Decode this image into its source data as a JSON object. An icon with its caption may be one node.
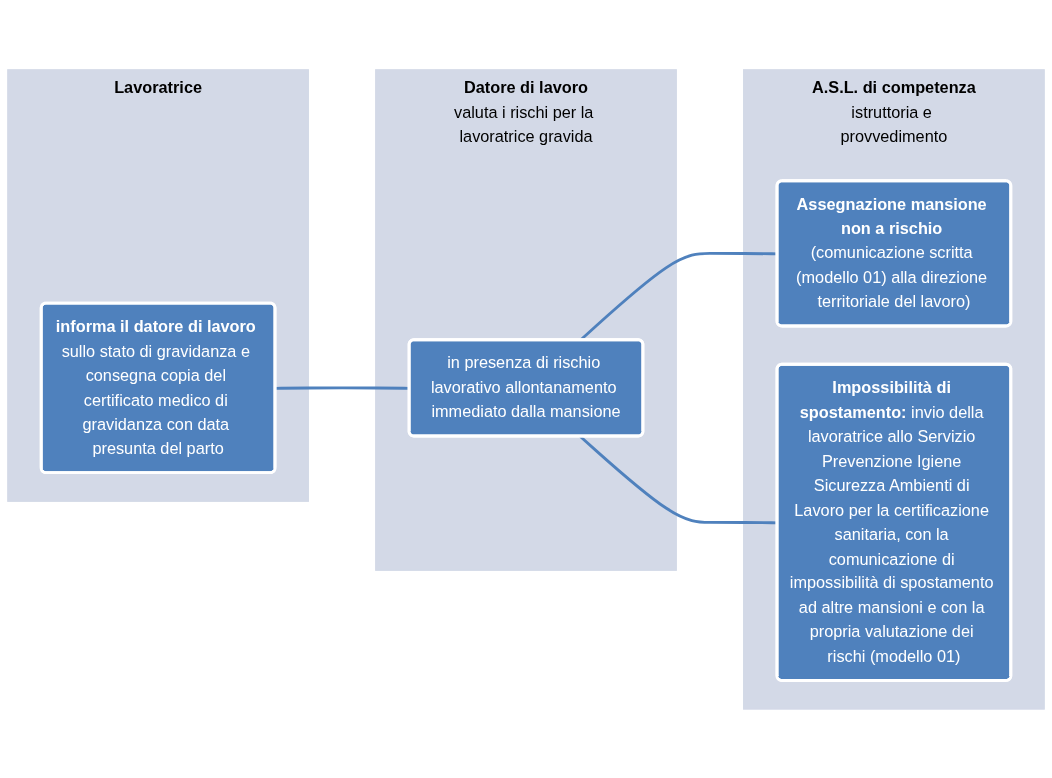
{
  "diagram": {
    "nodes": [
      {
        "text": [
          "Lavoratrice"
        ]
      },
      {
        "text": [
          "**informa il datore di lavoro** sullo stato di gravidanza e consegna copia del certificato medico di gravidanza con data presunta del parto"
        ],
        "in": 0
      },
      {
        "text": [
          "Datore di lavoro",
          "valuta i rischi per la lavoratrice gravida"
        ]
      },
      {
        "text": [
          "in presenza di rischio lavorativo allontanamento immediato dalla mansione"
        ],
        "in": 2
      },
      {
        "text": [
          "A.S.L. di competenza",
          "istruttoria e provvedimento"
        ]
      },
      {
        "text": [
          "**Assegnazione mansione non a rischio** (comunicazione scritta (modello 01) alla direzione territoriale del lavoro)"
        ],
        "in": 4
      },
      {
        "text": [
          "**Impossibilità di spostamento:** invio della lavoratrice allo Servizio Prevenzione Igiene Sicurezza Ambienti di Lavoro per la certificazione sanitaria, con la comunicazione di impossibilità di spostamento ad altre mansioni e con la propria valutazione dei rischi (modello 01)"
        ],
        "in": 4
      }
    ],
    "edges": [
      {
        "from": 1,
        "to": 3,
        "arrow": "none"
      },
      {
        "from": 3,
        "to": 5,
        "arrow": "none"
      },
      {
        "from": 3,
        "to": 6,
        "arrow": "none"
      }
    ]
  }
}
